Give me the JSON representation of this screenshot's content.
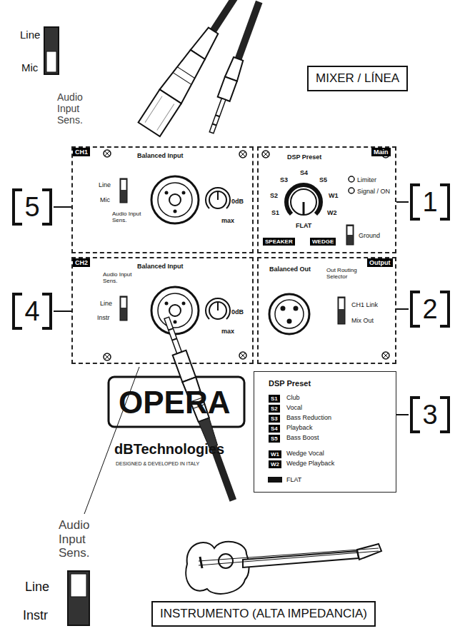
{
  "diagram": {
    "nodes": [
      {
        "text": [
          "MIXER / LÍNEA"
        ]
      },
      {
        "text": [
          "CH1",
          "Balanced Input",
          "Line",
          "Mic",
          "Audio Input Sens.",
          "0dB",
          "max"
        ]
      },
      {
        "text": [
          "5"
        ]
      },
      {
        "text": [
          "Main",
          "DSP Preset",
          "S4",
          "S3",
          "S5",
          "S2",
          "W1",
          "S1",
          "W2",
          "FLAT",
          "SPEAKER",
          "WEDGE",
          "Limiter",
          "Signal / ON",
          "Ground"
        ]
      },
      {
        "text": [
          "1"
        ]
      },
      {
        "text": [
          "CH2",
          "Balanced Input",
          "Audio Input Sens.",
          "Line",
          "Instr",
          "0dB",
          "max"
        ]
      },
      {
        "text": [
          "4"
        ]
      },
      {
        "text": [
          "Output",
          "Balanced Out",
          "Out Routing Selector",
          "CH1 Link",
          "Mix Out"
        ]
      },
      {
        "text": [
          "2"
        ]
      },
      {
        "text": [
          "DSP Preset",
          "S1",
          "Club",
          "S2",
          "Vocal",
          "S3",
          "Bass Reduction",
          "S4",
          "Playback",
          "S5",
          "Bass Boost",
          "W1",
          "Wedge Vocal",
          "W2",
          "Wedge Playback",
          "FLAT"
        ]
      },
      {
        "text": [
          "3"
        ]
      },
      {
        "text": [
          "OPERA",
          "dBTechnologies",
          "DESIGNED & DEVELOPED IN ITALY"
        ]
      },
      {
        "text": [
          "INSTRUMENTO (ALTA IMPEDANCIA)"
        ]
      }
    ],
    "edges": [
      {
        "from": 2,
        "to": 1,
        "arrow": "none"
      },
      {
        "from": 4,
        "to": 3,
        "arrow": "none"
      },
      {
        "from": 6,
        "to": 5,
        "arrow": "none"
      },
      {
        "from": 8,
        "to": 7,
        "arrow": "none"
      },
      {
        "from": 10,
        "to": 9,
        "arrow": "none"
      }
    ],
    "labels": [
      "Line",
      "Mic",
      "Audio Input Sens.",
      "Audio Input Sens.",
      "Line",
      "Instr"
    ]
  }
}
